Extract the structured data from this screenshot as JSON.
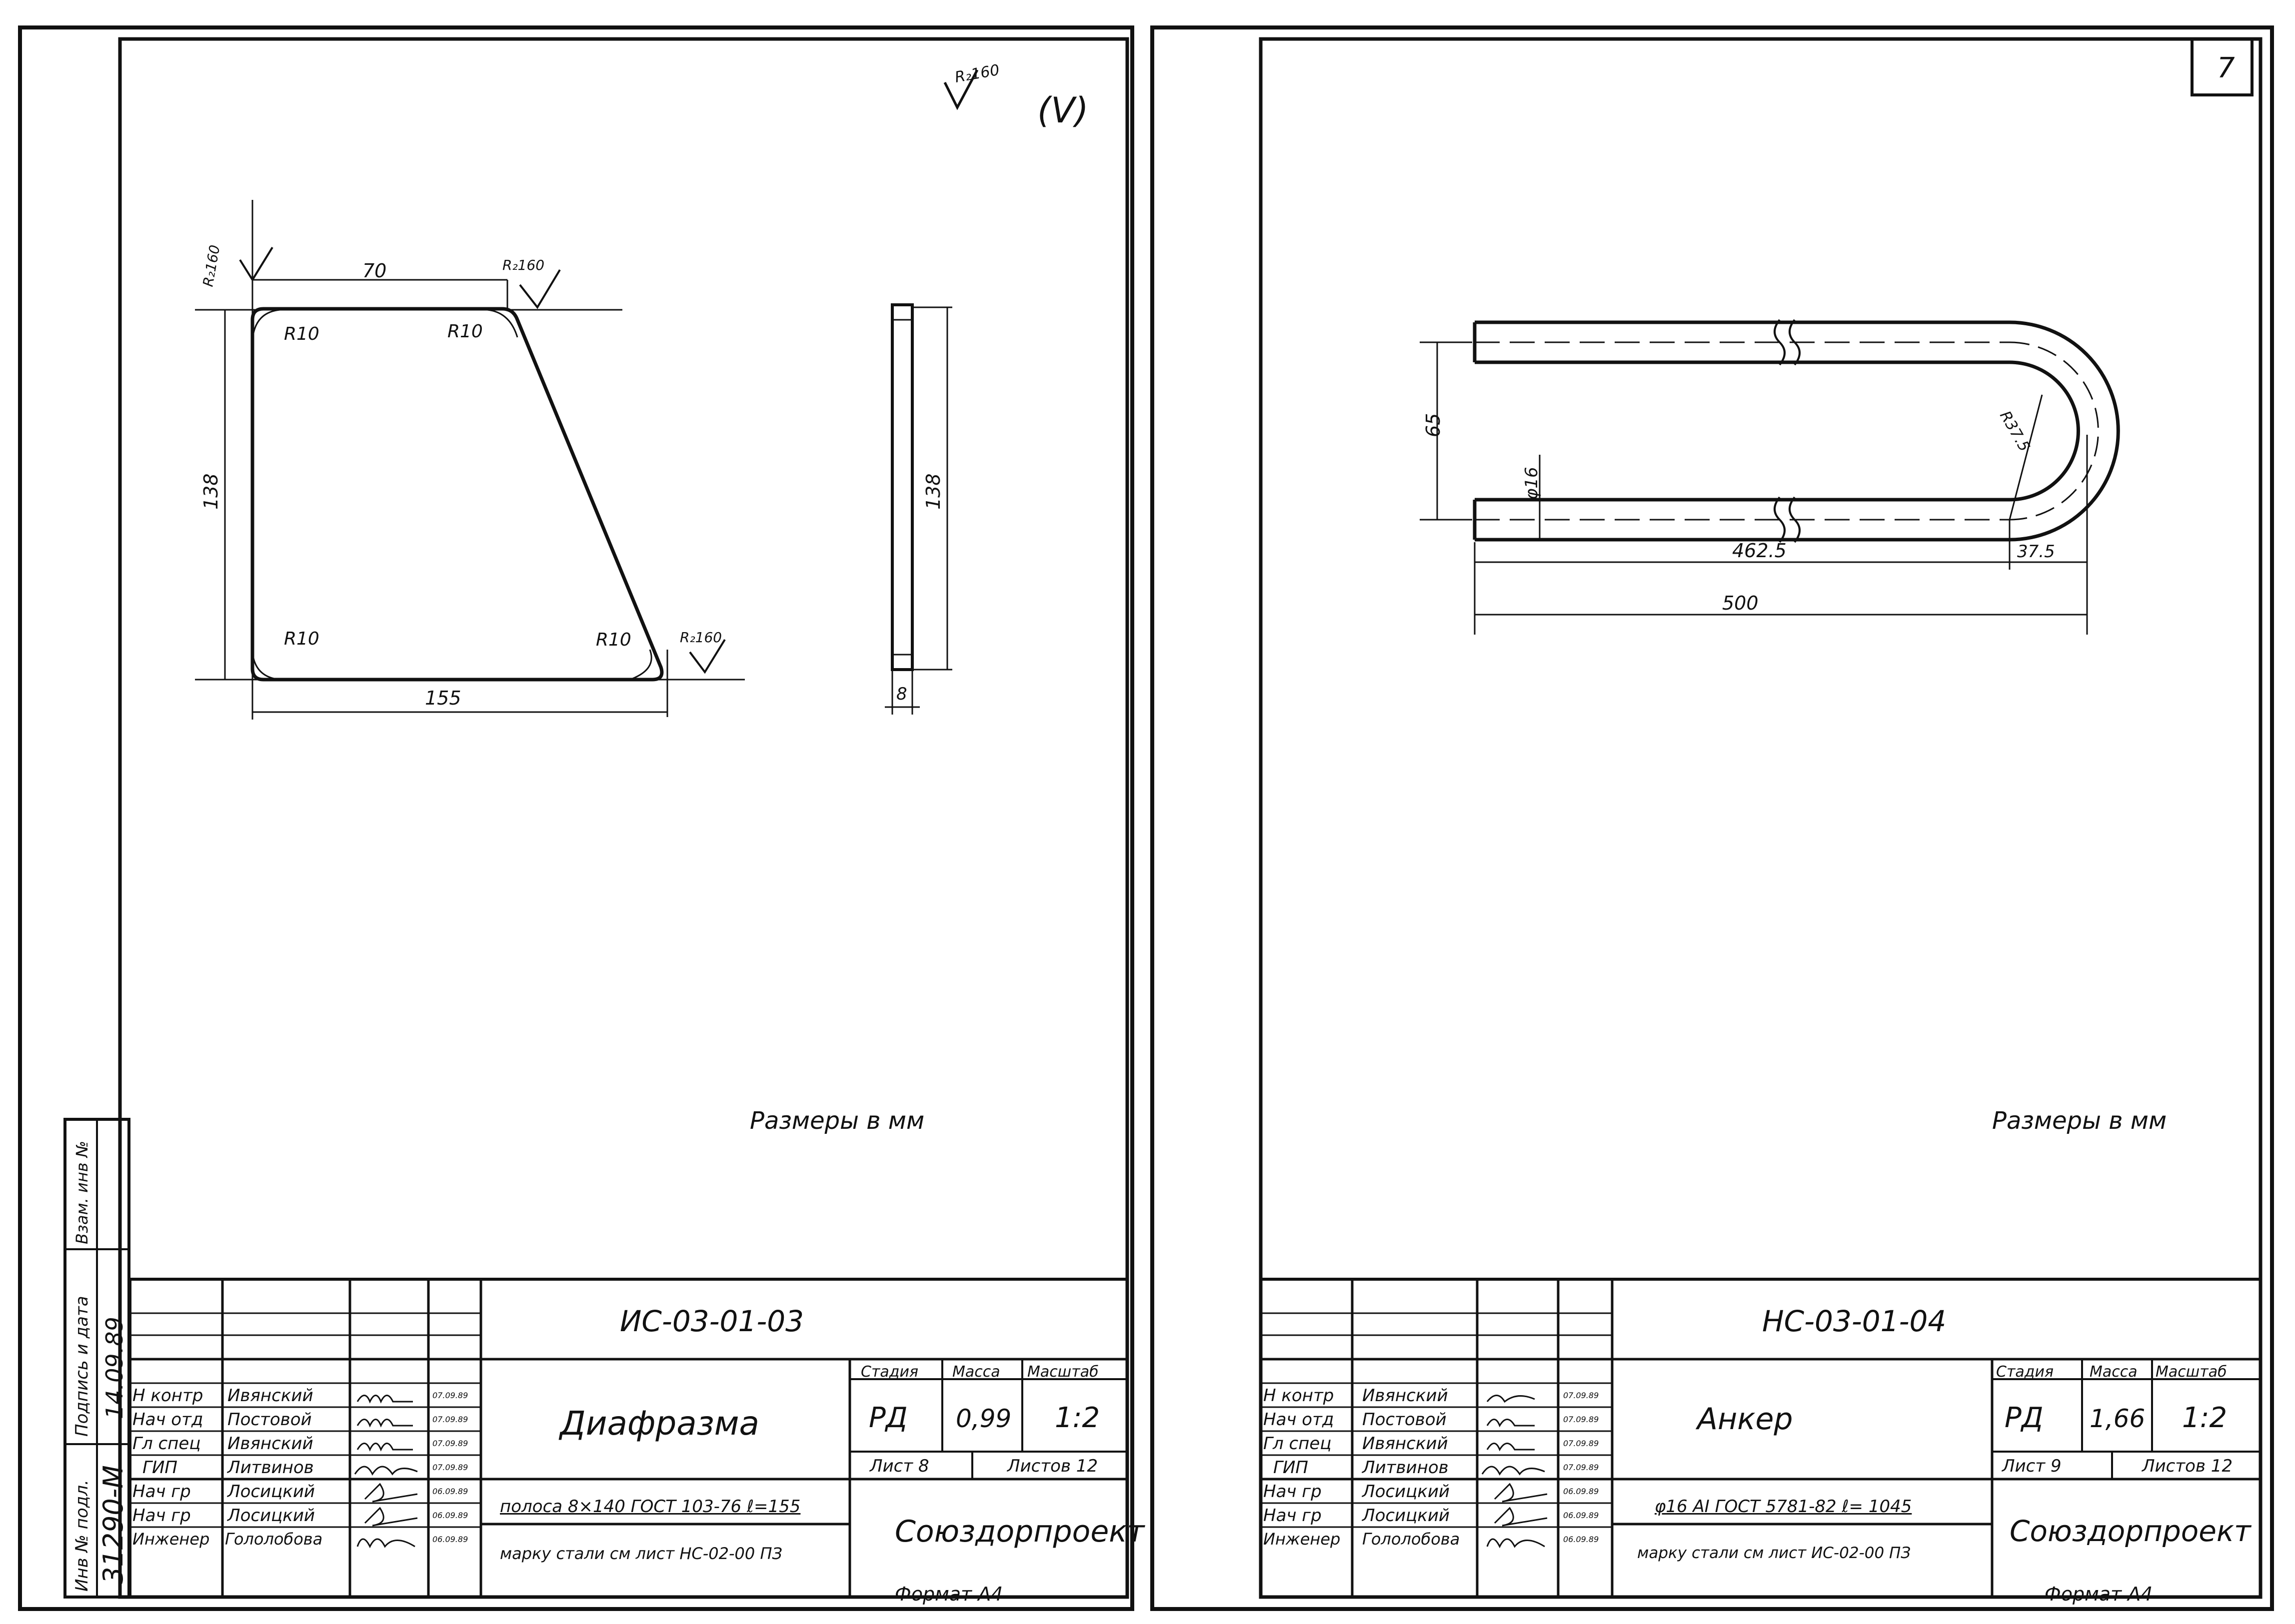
{
  "sheet_number_top": "7",
  "left": {
    "roughness": "R₂160",
    "roughness_mark": "(V)",
    "dims": {
      "top": "70",
      "left": "138",
      "bottom": "155",
      "side": "138",
      "thickness": "8"
    },
    "radius": "R10",
    "note": "Размеры   в  мм",
    "code": "ИС-03-01-03",
    "title": "Диафразма",
    "stage": "РД",
    "mass": "0,99",
    "scale": "1:2",
    "sheet": "Лист 8",
    "sheets": "Листов 12",
    "material_line1": "полоса  8×140  ГОСТ 103-76  ℓ=155",
    "material_line2": "марку стали  см  лист НС-02-00 ПЗ",
    "org": "Союздорпроект",
    "format": "Формат  А4",
    "people": [
      {
        "role": "Н контр",
        "name": "Ивянский",
        "date": "07.09.89"
      },
      {
        "role": "Нач отд",
        "name": "Постовой",
        "date": "07.09.89"
      },
      {
        "role": "Гл спец",
        "name": "Ивянский",
        "date": "07.09.89"
      },
      {
        "role": "ГИП",
        "name": "Литвинов",
        "date": "07.09.89"
      },
      {
        "role": "Нач гр",
        "name": "Лосицкий",
        "date": "06.09.89"
      },
      {
        "role": "Нач гр",
        "name": "Лосицкий",
        "date": "06.09.89"
      },
      {
        "role": "Инженер",
        "name": "Гололобова",
        "date": "06.09.89"
      }
    ]
  },
  "right": {
    "dims": {
      "height": "65",
      "diameter": "φ16",
      "straight": "462.5",
      "bend": "37.5",
      "total": "500",
      "radius": "R37.5"
    },
    "note": "Размеры  в  мм",
    "code": "НС-03-01-04",
    "title": "Анкер",
    "stage": "РД",
    "mass": "1,66",
    "scale": "1:2",
    "sheet": "Лист 9",
    "sheets": "Листов 12",
    "material_line1": "φ16 АІ ГОСТ 5781-82  ℓ= 1045",
    "material_line2": "марку  стали  см  лист ИС-02-00 ПЗ",
    "org": "Союздорпроект",
    "format": "Формат  А4",
    "people": [
      {
        "role": "Н контр",
        "name": "Ивянский",
        "date": "07.09.89"
      },
      {
        "role": "Нач отд",
        "name": "Постовой",
        "date": "07.09.89"
      },
      {
        "role": "Гл спец",
        "name": "Ивянский",
        "date": "07.09.89"
      },
      {
        "role": "ГИП",
        "name": "Литвинов",
        "date": "07.09.89"
      },
      {
        "role": "Нач гр",
        "name": "Лосицкий",
        "date": "06.09.89"
      },
      {
        "role": "Нач гр",
        "name": "Лосицкий",
        "date": "06.09.89"
      },
      {
        "role": "Инженер",
        "name": "Гололобова",
        "date": "06.09.89"
      }
    ]
  },
  "stamp": {
    "inv_label": "Инв № подл.",
    "inv_value": "31290-М",
    "sign_label": "Подпись и дата",
    "sign_value": "14.09.89",
    "vzam_label": "Взам. инв №"
  },
  "labels": {
    "stage": "Стадия",
    "mass": "Масса",
    "scale": "Масштаб"
  }
}
